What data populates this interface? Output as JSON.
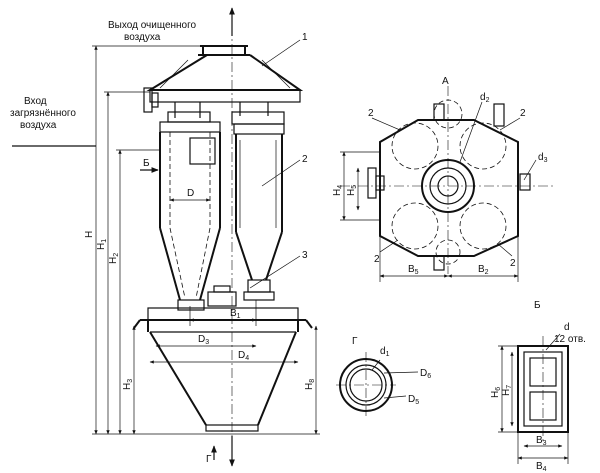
{
  "labels": {
    "outlet_line1": "Выход очищенного",
    "outlet_line2": "воздуха",
    "inlet_line1": "Вход",
    "inlet_line2": "загрязнённого",
    "inlet_line3": "воздуха"
  },
  "callouts": {
    "c1": "1",
    "c2": "2",
    "c3": "3"
  },
  "view_labels": {
    "A": "А",
    "B": "Б",
    "G": "Г",
    "G_view": "Г",
    "B_view": "Б"
  },
  "dims_main": {
    "H": "H",
    "H1": "H",
    "H1_sub": "1",
    "H2": "H",
    "H2_sub": "2",
    "H3": "H",
    "H3_sub": "3",
    "H8": "H",
    "H8_sub": "8",
    "D": "D",
    "D3": "D",
    "D3_sub": "3",
    "D4": "D",
    "D4_sub": "4",
    "B1": "B",
    "B1_sub": "1"
  },
  "dims_A": {
    "d2": "d",
    "d2_sub": "2",
    "d3": "d",
    "d3_sub": "3",
    "H4": "H",
    "H4_sub": "4",
    "H5": "H",
    "H5_sub": "5",
    "B5": "B",
    "B5_sub": "5",
    "B2": "B",
    "B2_sub": "2",
    "c2a": "2",
    "c2b": "2",
    "c2c": "2",
    "c2d": "2"
  },
  "dims_G": {
    "d1": "d",
    "d1_sub": "1",
    "D6": "D",
    "D6_sub": "6",
    "D5": "D",
    "D5_sub": "5"
  },
  "dims_B": {
    "d": "d",
    "holes": "12 отв.",
    "H6": "H",
    "H6_sub": "6",
    "H7": "H",
    "H7_sub": "7",
    "B3": "B",
    "B3_sub": "3",
    "B4": "B",
    "B4_sub": "4"
  }
}
